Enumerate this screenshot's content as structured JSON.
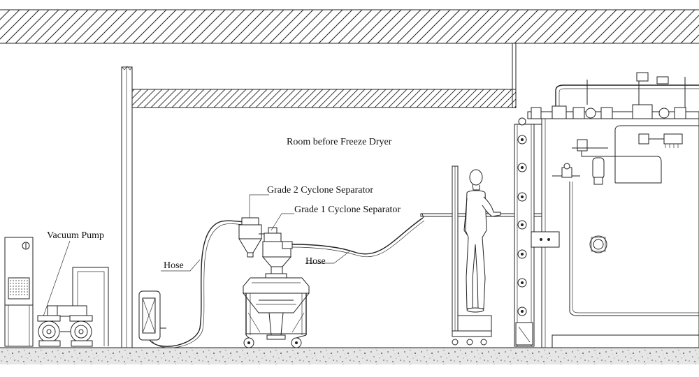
{
  "labels": {
    "room": "Room before Freeze Dryer",
    "grade2": "Grade 2 Cyclone Separator",
    "grade1": "Grade 1 Cyclone Separator",
    "vacuum_pump": "Vacuum Pump",
    "hose_left": "Hose",
    "hose_right": "Hose"
  }
}
